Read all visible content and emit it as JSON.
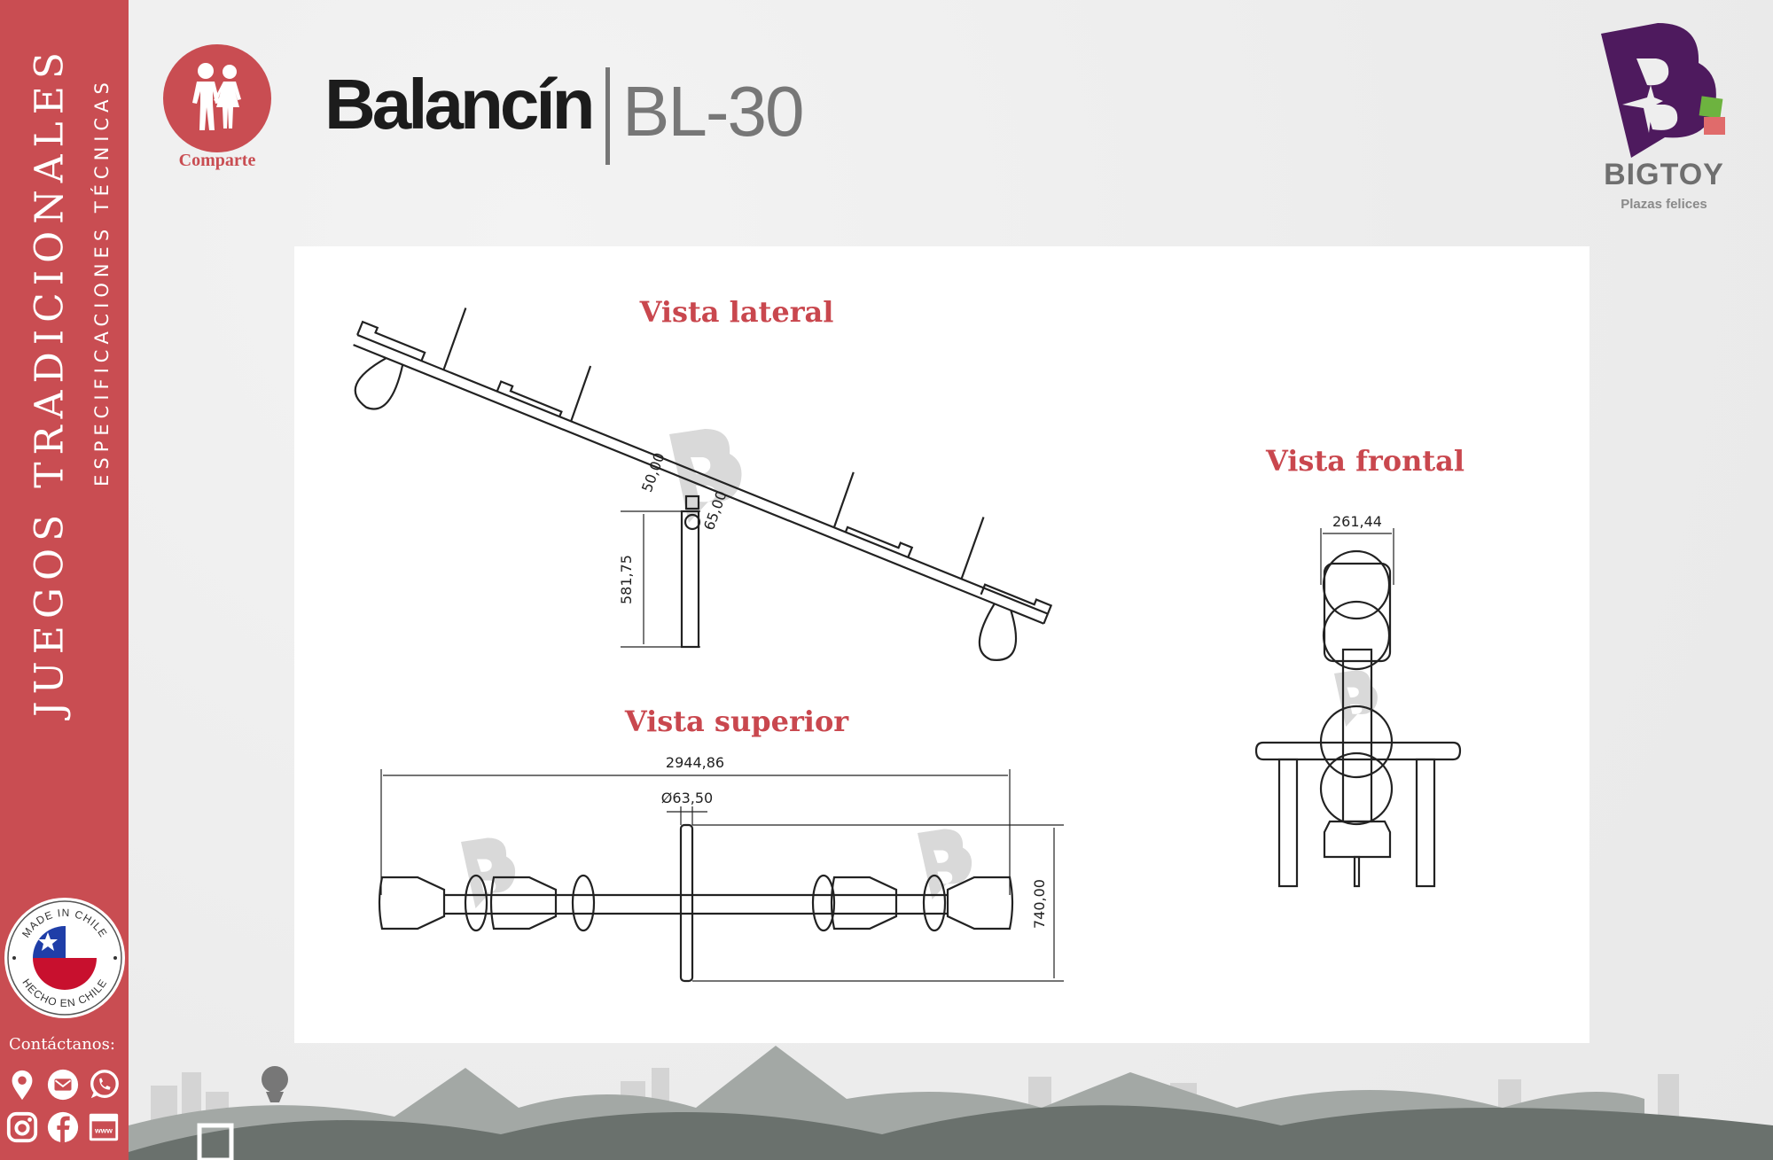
{
  "sidebar": {
    "category": "JUEGOS TRADICIONALES",
    "subtitle": "ESPECIFICACIONES TÉCNICAS",
    "badge": {
      "top": "MADE IN CHILE",
      "bottom": "HECHO EN CHILE"
    },
    "contact_label": "Contáctanos:",
    "contact_icons": [
      "location-icon",
      "email-icon",
      "whatsapp-icon",
      "instagram-icon",
      "facebook-icon",
      "website-icon"
    ],
    "website_icon_text": "www"
  },
  "header": {
    "category_badge": "Comparte",
    "title": "Balancín",
    "model": "BL-30"
  },
  "brand": {
    "name": "BIGTOY",
    "tagline": "Plazas felices",
    "colors": {
      "purple": "#4e1a5e",
      "green": "#6db33f",
      "pink": "#e06b6b"
    }
  },
  "colors": {
    "accent": "#c94d52",
    "title_red": "#c9474e"
  },
  "views": {
    "lateral": {
      "title": "Vista lateral",
      "dims": [
        "50,00",
        "65,00",
        "581,75"
      ]
    },
    "superior": {
      "title": "Vista superior",
      "dims": [
        "2944,86",
        "Ø63,50",
        "740,00"
      ]
    },
    "frontal": {
      "title": "Vista frontal",
      "dims": [
        "261,44"
      ]
    }
  }
}
